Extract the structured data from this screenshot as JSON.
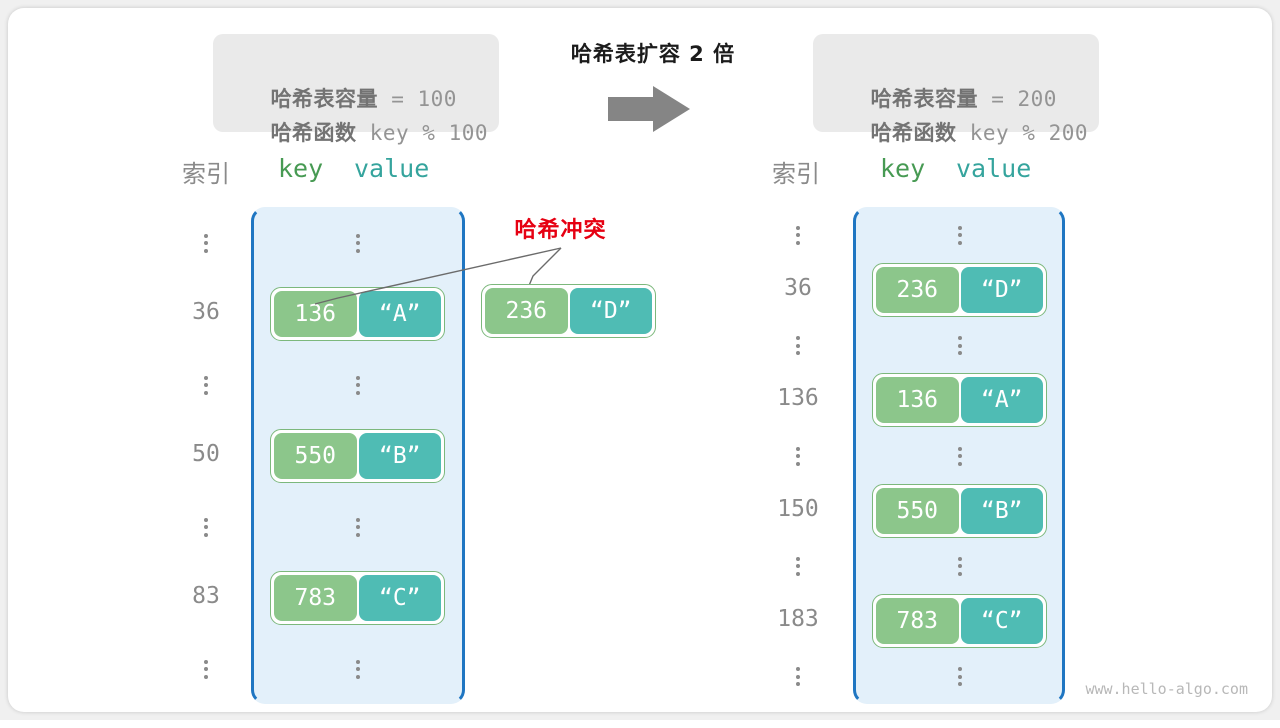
{
  "diagram": {
    "title": "哈希表扩容 2 倍",
    "arrow_icon": "right-arrow-icon",
    "collision_label": "哈希冲突",
    "watermark": "www.hello-algo.com",
    "colors": {
      "table_border": "#1f76c2",
      "table_fill": "#e3f0fa",
      "key_cell": "#8cc68b",
      "value_cell": "#4fbcb4",
      "entry_border": "#7cb87c",
      "collision_text": "#e60012",
      "info_box_bg": "#eaeaea",
      "index_text": "#8a8a8a"
    }
  },
  "info_left": {
    "capacity_label": "哈希表容量",
    "capacity_value": " = 100",
    "function_label": "哈希函数",
    "function_value": " key % 100"
  },
  "info_right": {
    "capacity_label": "哈希表容量",
    "capacity_value": " = 200",
    "function_label": "哈希函数",
    "function_value": " key % 200"
  },
  "headers": {
    "index": "索引",
    "key": "key",
    "value": "value"
  },
  "left_table": {
    "rows": [
      {
        "index": "",
        "ellipsis": true,
        "key": "",
        "value": ""
      },
      {
        "index": "36",
        "ellipsis": false,
        "key": "136",
        "value": "“A”"
      },
      {
        "index": "",
        "ellipsis": true,
        "key": "",
        "value": ""
      },
      {
        "index": "50",
        "ellipsis": false,
        "key": "550",
        "value": "“B”"
      },
      {
        "index": "",
        "ellipsis": true,
        "key": "",
        "value": ""
      },
      {
        "index": "83",
        "ellipsis": false,
        "key": "783",
        "value": "“C”"
      },
      {
        "index": "",
        "ellipsis": true,
        "key": "",
        "value": ""
      }
    ]
  },
  "right_table": {
    "rows": [
      {
        "index": "",
        "ellipsis": true,
        "key": "",
        "value": ""
      },
      {
        "index": "36",
        "ellipsis": false,
        "key": "236",
        "value": "“D”"
      },
      {
        "index": "",
        "ellipsis": true,
        "key": "",
        "value": ""
      },
      {
        "index": "136",
        "ellipsis": false,
        "key": "136",
        "value": "“A”"
      },
      {
        "index": "",
        "ellipsis": true,
        "key": "",
        "value": ""
      },
      {
        "index": "150",
        "ellipsis": false,
        "key": "550",
        "value": "“B”"
      },
      {
        "index": "",
        "ellipsis": true,
        "key": "",
        "value": ""
      },
      {
        "index": "183",
        "ellipsis": false,
        "key": "783",
        "value": "“C”"
      },
      {
        "index": "",
        "ellipsis": true,
        "key": "",
        "value": ""
      }
    ]
  },
  "floating_entry": {
    "key": "236",
    "value": "“D”"
  }
}
